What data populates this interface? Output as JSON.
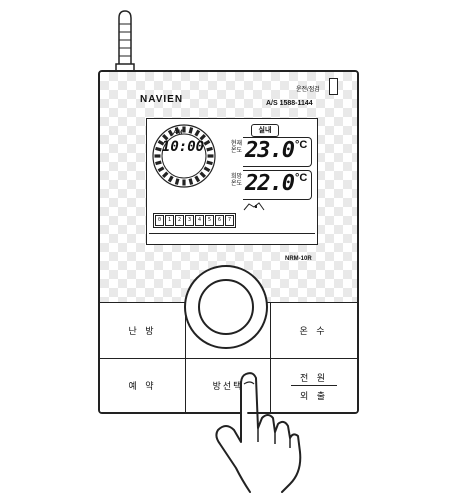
{
  "device": {
    "brand": "NAVIEN",
    "status_label": "운전/점검",
    "as_number": "A/S 1588-1144",
    "model": "NRM-10R"
  },
  "lcd": {
    "ampm": "AM",
    "time": "10:00",
    "mode": "실내",
    "current": {
      "label_line1": "현재",
      "label_line2": "온도",
      "value": "23.0",
      "unit": "°C"
    },
    "target": {
      "label_line1": "희망",
      "label_line2": "온도",
      "value": "22.0",
      "unit": "°C"
    },
    "timer_digits": [
      "0",
      "1",
      "2",
      "3",
      "4",
      "5",
      "6",
      "7"
    ]
  },
  "buttons": {
    "heating": "난 방",
    "hot_water": "온 수",
    "reserve": "예 약",
    "room_select": "방선택",
    "power": "전 원",
    "away": "외 출"
  },
  "icons": {
    "antenna": "antenna-icon",
    "dial": "dial-knob-icon",
    "hand": "pointing-hand-icon",
    "house": "house-icon"
  }
}
